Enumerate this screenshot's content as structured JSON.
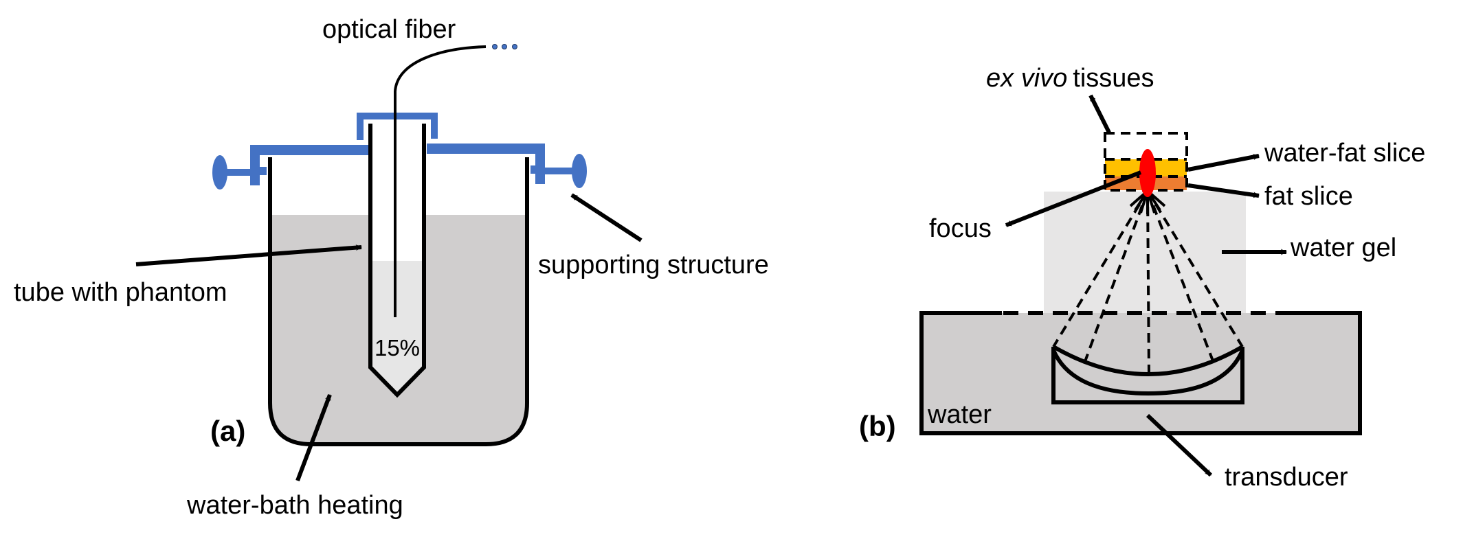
{
  "figure": {
    "panel_a": {
      "label": "(a)",
      "optical_fiber_label": "optical fiber",
      "ellipsis_dots": 3,
      "tube_label": "tube with phantom",
      "concentration_label": "15%",
      "support_label": "supporting structure",
      "bath_label": "water-bath heating"
    },
    "panel_b": {
      "label": "(b)",
      "tissues_label_italic": "ex vivo",
      "tissues_label_rest": "tissues",
      "water_fat_label": "water-fat slice",
      "fat_label": "fat slice",
      "focus_label": "focus",
      "gel_label": "water gel",
      "water_label": "water",
      "transducer_label": "transducer"
    },
    "colors": {
      "support_blue": "#4472C4",
      "water_gray": "#D0CECE",
      "phantom_gray": "#E6E6E6",
      "gel_gray": "#E7E6E6",
      "water_fat_yellow": "#FFC000",
      "fat_orange": "#ED7D31",
      "focus_red": "#FF0000"
    }
  }
}
